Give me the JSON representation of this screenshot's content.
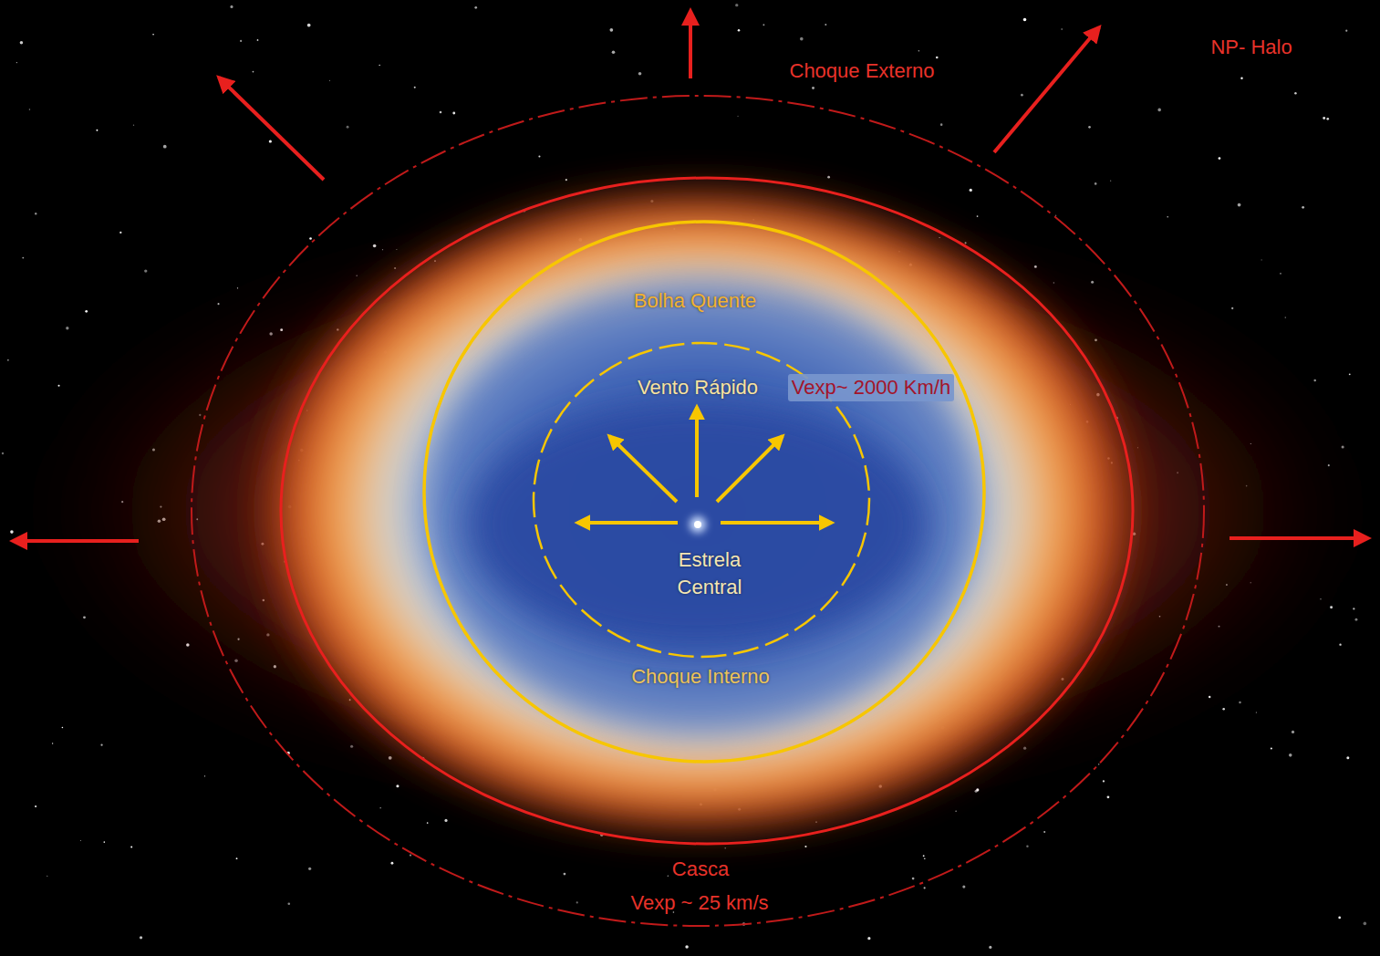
{
  "diagram": {
    "labels": [
      "Choque Externo",
      "NP- Halo",
      "Bolha Quente",
      "Vento Rápido",
      "Vexp~ 2000 Km/h",
      "Estrela Central",
      "Choque Interno",
      "Casca",
      "Vexp ~ 25 km/s"
    ]
  }
}
